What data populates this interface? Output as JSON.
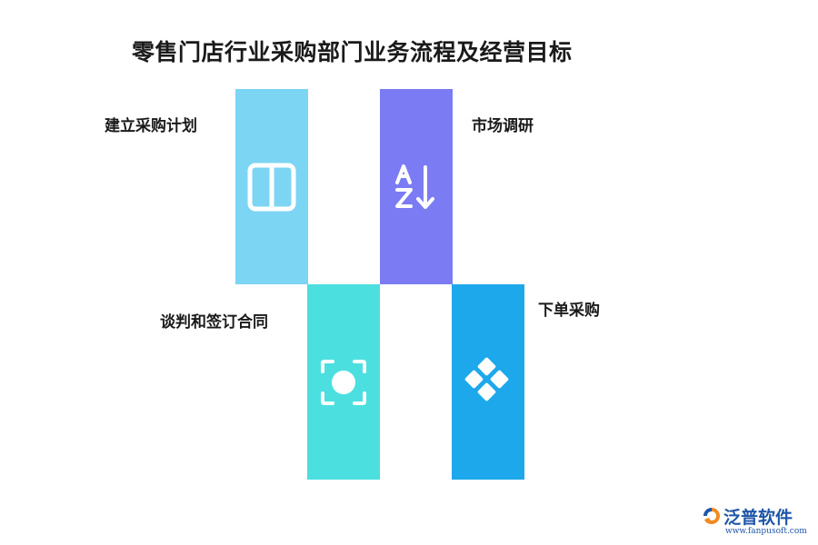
{
  "title": "零售门店行业采购部门业务流程及经营目标",
  "steps": [
    {
      "label": "建立采购计划",
      "color": "#7DD5F4",
      "icon": "columns-icon"
    },
    {
      "label": "市场调研",
      "color": "#7B7CF3",
      "icon": "sort-az-icon"
    },
    {
      "label": "谈判和签订合同",
      "color": "#4CDFE0",
      "icon": "focus-icon"
    },
    {
      "label": "下单采购",
      "color": "#1EA8EC",
      "icon": "diamonds-icon"
    }
  ],
  "brand": {
    "name": "泛普软件",
    "url": "www.fanpusoft.com"
  }
}
